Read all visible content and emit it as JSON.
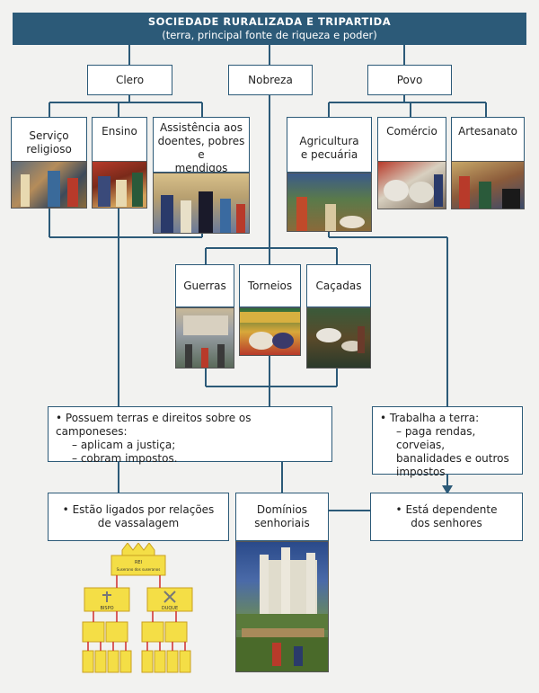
{
  "header": {
    "title": "SOCIEDADE RURALIZADA E TRIPARTIDA",
    "subtitle": "(terra, principal fonte de riqueza e poder)"
  },
  "orders": {
    "clero": "Clero",
    "nobreza": "Nobreza",
    "povo": "Povo"
  },
  "clero_roles": {
    "servico_1": "Serviço",
    "servico_2": "religioso",
    "ensino": "Ensino",
    "assist_1": "Assistência aos",
    "assist_2": "doentes, pobres e",
    "assist_3": "mendigos"
  },
  "povo_roles": {
    "agri_1": "Agricultura",
    "agri_2": "e pecuária",
    "comercio": "Comércio",
    "artesanato": "Artesanato"
  },
  "nobreza_roles": {
    "guerras": "Guerras",
    "torneios": "Torneios",
    "cacadas": "Caçadas"
  },
  "privileges": {
    "main": "• Possuem terras e direitos sobre os camponeses:",
    "item1": "– aplicam a justiça;",
    "item2": "– cobram impostos."
  },
  "povo_work": {
    "main": "• Trabalha a terra:",
    "item1": "– paga rendas, corveias,",
    "item2": "banalidades e outros",
    "item3": "impostos"
  },
  "bottom": {
    "vassal_1": "• Estão ligados por relações",
    "vassal_2": "de vassalagem",
    "dominios_1": "Domínios",
    "dominios_2": "senhoriais",
    "depend_1": "• Está dependente",
    "depend_2": "dos senhores"
  },
  "pyramid": {
    "rei": "REI",
    "rei_sub": "Suserano dos suseranos",
    "bispo": "BISPO",
    "duque": "DUQUE"
  },
  "colors": {
    "line": "#2c5a78",
    "header_bg": "#2c5a78",
    "pyramid_yellow": "#f4de46",
    "arrow_red": "#d02c2c"
  }
}
